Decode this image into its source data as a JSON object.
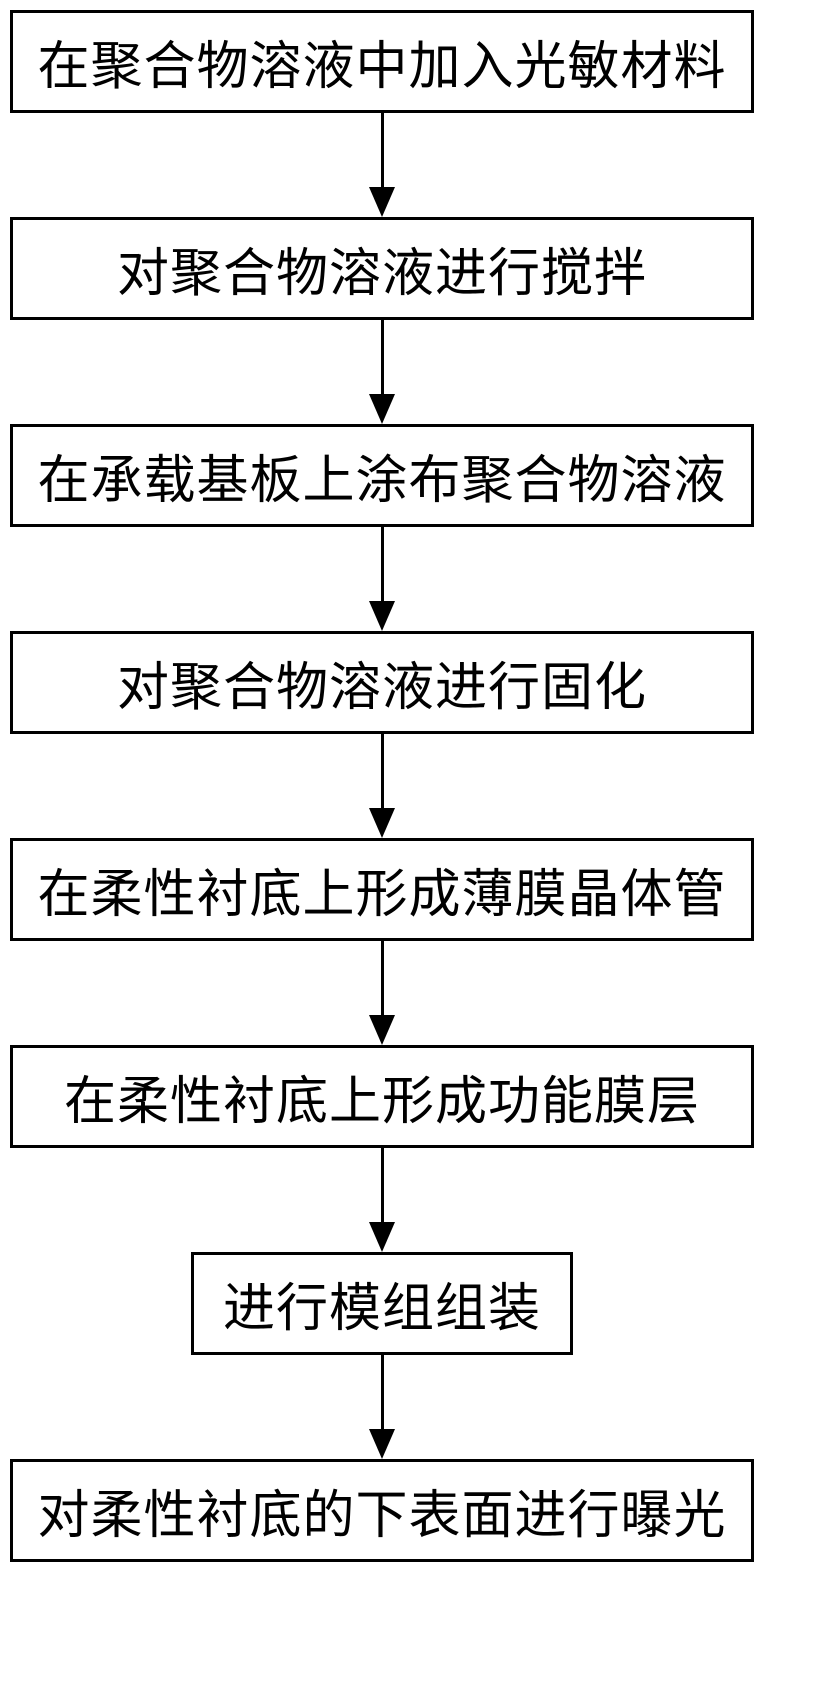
{
  "flowchart": {
    "type": "vertical-process-flow",
    "box_border_color": "#000000",
    "background_color": "#ffffff",
    "text_color": "#000000",
    "arrow_style": "solid-black-triangle-down",
    "steps": [
      {
        "label": "在聚合物溶液中加入光敏材料",
        "narrow": false
      },
      {
        "label": "对聚合物溶液进行搅拌",
        "narrow": false
      },
      {
        "label": "在承载基板上涂布聚合物溶液",
        "narrow": false
      },
      {
        "label": "对聚合物溶液进行固化",
        "narrow": false
      },
      {
        "label": "在柔性衬底上形成薄膜晶体管",
        "narrow": false
      },
      {
        "label": "在柔性衬底上形成功能膜层",
        "narrow": false
      },
      {
        "label": "进行模组组装",
        "narrow": true
      },
      {
        "label": "对柔性衬底的下表面进行曝光",
        "narrow": false
      }
    ]
  }
}
